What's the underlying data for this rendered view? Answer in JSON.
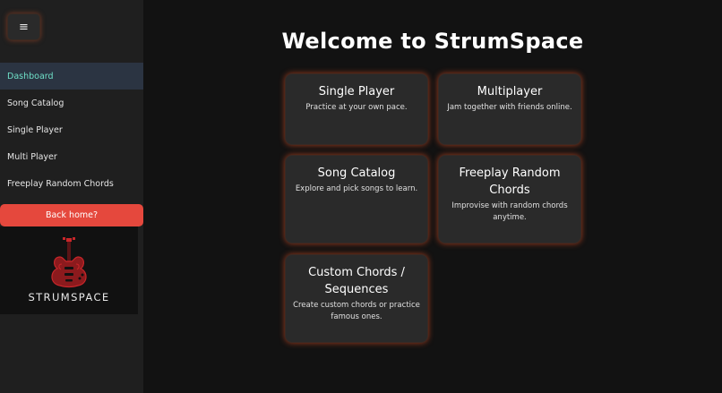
{
  "sidebar": {
    "menu_icon": "hamburger-icon",
    "menu_glyph": "≡",
    "items": [
      {
        "label": "Dashboard",
        "active": true
      },
      {
        "label": "Song Catalog",
        "active": false
      },
      {
        "label": "Single Player",
        "active": false
      },
      {
        "label": "Multi Player",
        "active": false
      },
      {
        "label": "Freeplay Random Chords",
        "active": false
      }
    ],
    "back_label": "Back home?",
    "logo_text": "STRUMSPACE",
    "logo_icon": "guitar-logo-icon"
  },
  "main": {
    "title": "Welcome to StrumSpace",
    "cards": [
      {
        "title": "Single Player",
        "desc": "Practice at your own pace."
      },
      {
        "title": "Multiplayer",
        "desc": "Jam together with friends online."
      },
      {
        "title": "Song Catalog",
        "desc": "Explore and pick songs to learn."
      },
      {
        "title": "Freeplay Random Chords",
        "desc": "Improvise with random chords anytime."
      },
      {
        "title": "Custom Chords / Sequences",
        "desc": "Create custom chords or practice famous ones."
      }
    ]
  },
  "colors": {
    "accent_active_text": "#6fe0c8",
    "active_bg": "#2b3442",
    "back_button": "#e5483d",
    "card_glow": "#d24b23",
    "logo_red": "#c8262a"
  }
}
